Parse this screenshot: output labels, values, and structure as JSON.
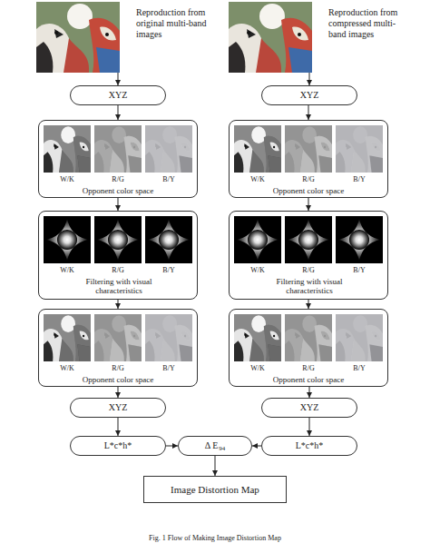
{
  "diagram": {
    "caption": "Fig. 1 Flow of Making Image Distortion Map",
    "nodes": [
      {
        "text": [
          "Reproduction from original multi-band images"
        ]
      },
      {
        "text": [
          "Reproduction from compressed multi-band images"
        ]
      },
      {
        "text": [
          "XYZ"
        ]
      },
      {
        "text": [
          "XYZ"
        ]
      },
      {
        "text": [
          "W/K",
          "R/G",
          "B/Y",
          "Opponent color space"
        ]
      },
      {
        "text": [
          "W/K",
          "R/G",
          "B/Y",
          "Opponent color space"
        ]
      },
      {
        "text": [
          "W/K",
          "R/G",
          "B/Y",
          "Filtering with visual characteristics"
        ]
      },
      {
        "text": [
          "W/K",
          "R/G",
          "B/Y",
          "Filtering with visual characteristics"
        ]
      },
      {
        "text": [
          "W/K",
          "R/G",
          "B/Y",
          "Opponent color space"
        ]
      },
      {
        "text": [
          "W/K",
          "R/G",
          "B/Y",
          "Opponent color space"
        ]
      },
      {
        "text": [
          "XYZ"
        ]
      },
      {
        "text": [
          "XYZ"
        ]
      },
      {
        "text": [
          "L*c*h*"
        ]
      },
      {
        "text": [
          "L*c*h*"
        ]
      },
      {
        "text": [
          "Δ E",
          "94"
        ]
      },
      {
        "text": [
          "Image Distortion Map"
        ]
      }
    ],
    "edges": [
      {
        "from": 0,
        "to": 2,
        "arrow": "to"
      },
      {
        "from": 2,
        "to": 4,
        "arrow": "to"
      },
      {
        "from": 4,
        "to": 6,
        "arrow": "to"
      },
      {
        "from": 6,
        "to": 8,
        "arrow": "to"
      },
      {
        "from": 8,
        "to": 10,
        "arrow": "to"
      },
      {
        "from": 10,
        "to": 12,
        "arrow": "to"
      },
      {
        "from": 12,
        "to": 14,
        "arrow": "to"
      },
      {
        "from": 1,
        "to": 3,
        "arrow": "to"
      },
      {
        "from": 3,
        "to": 5,
        "arrow": "to"
      },
      {
        "from": 5,
        "to": 7,
        "arrow": "to"
      },
      {
        "from": 7,
        "to": 9,
        "arrow": "to"
      },
      {
        "from": 9,
        "to": 11,
        "arrow": "to"
      },
      {
        "from": 11,
        "to": 13,
        "arrow": "to"
      },
      {
        "from": 13,
        "to": 14,
        "arrow": "to"
      },
      {
        "from": 14,
        "to": 15,
        "arrow": "to"
      }
    ]
  }
}
